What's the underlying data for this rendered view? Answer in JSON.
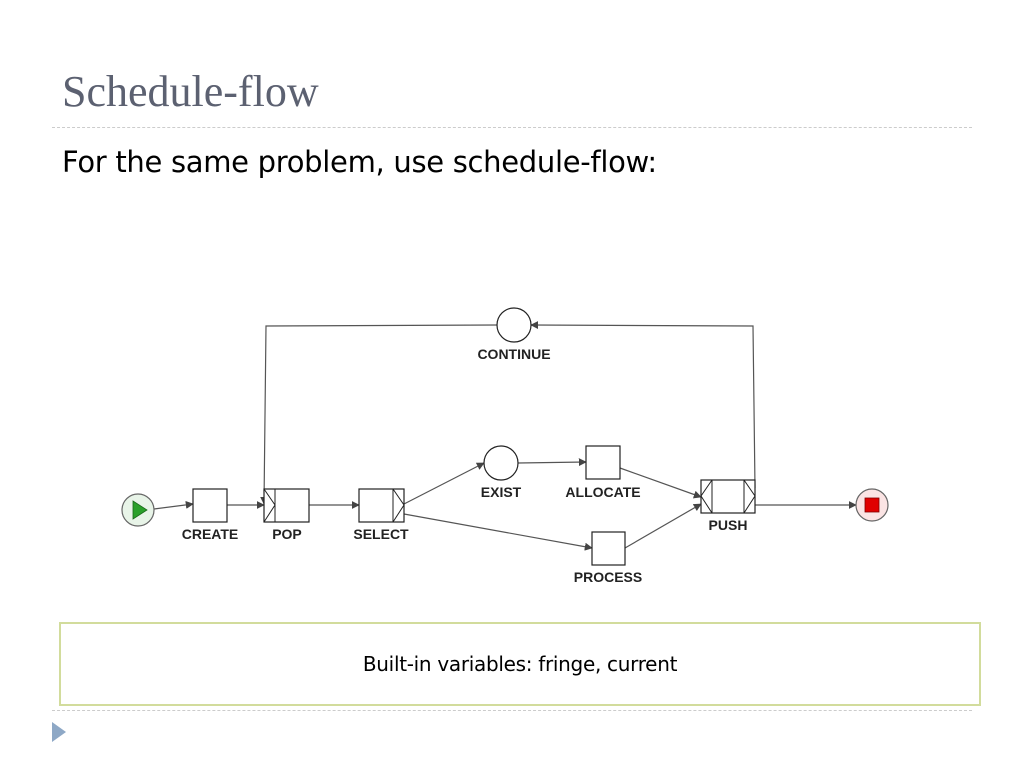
{
  "slide": {
    "title": "Schedule-flow",
    "bullet": "For the same problem, use schedule-flow:"
  },
  "diagram": {
    "nodes": {
      "create": "CREATE",
      "pop": "POP",
      "select": "SELECT",
      "exist": "EXIST",
      "allocate": "ALLOCATE",
      "process": "PROCESS",
      "push": "PUSH",
      "continue": "CONTINUE"
    },
    "colors": {
      "start": "#2aa02a",
      "end": "#e00000",
      "line": "#555555"
    }
  },
  "note": {
    "text": "Built-in variables: fringe, current"
  },
  "nav": {
    "icon": "triangle-right-icon"
  }
}
